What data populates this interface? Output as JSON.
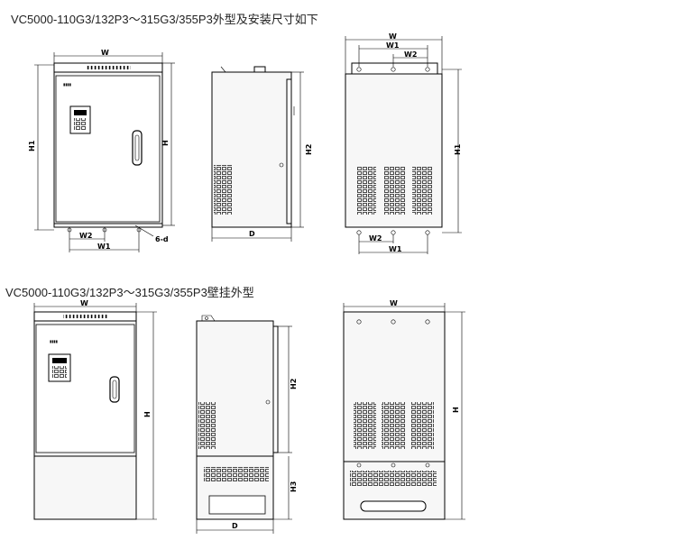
{
  "titles": {
    "top": "VC5000-110G3/132P3～315G3/355P3外型及安装尺寸如下",
    "bottom": "VC5000-110G3/132P3～315G3/355P3壁挂外型"
  },
  "dimension_labels": {
    "W": "W",
    "W1": "W1",
    "W2": "W2",
    "H": "H",
    "H1": "H1",
    "H2": "H2",
    "H3": "H3",
    "D": "D",
    "hole": "6-d"
  },
  "colors": {
    "line": "#000000",
    "text": "#222222",
    "background": "#ffffff"
  }
}
